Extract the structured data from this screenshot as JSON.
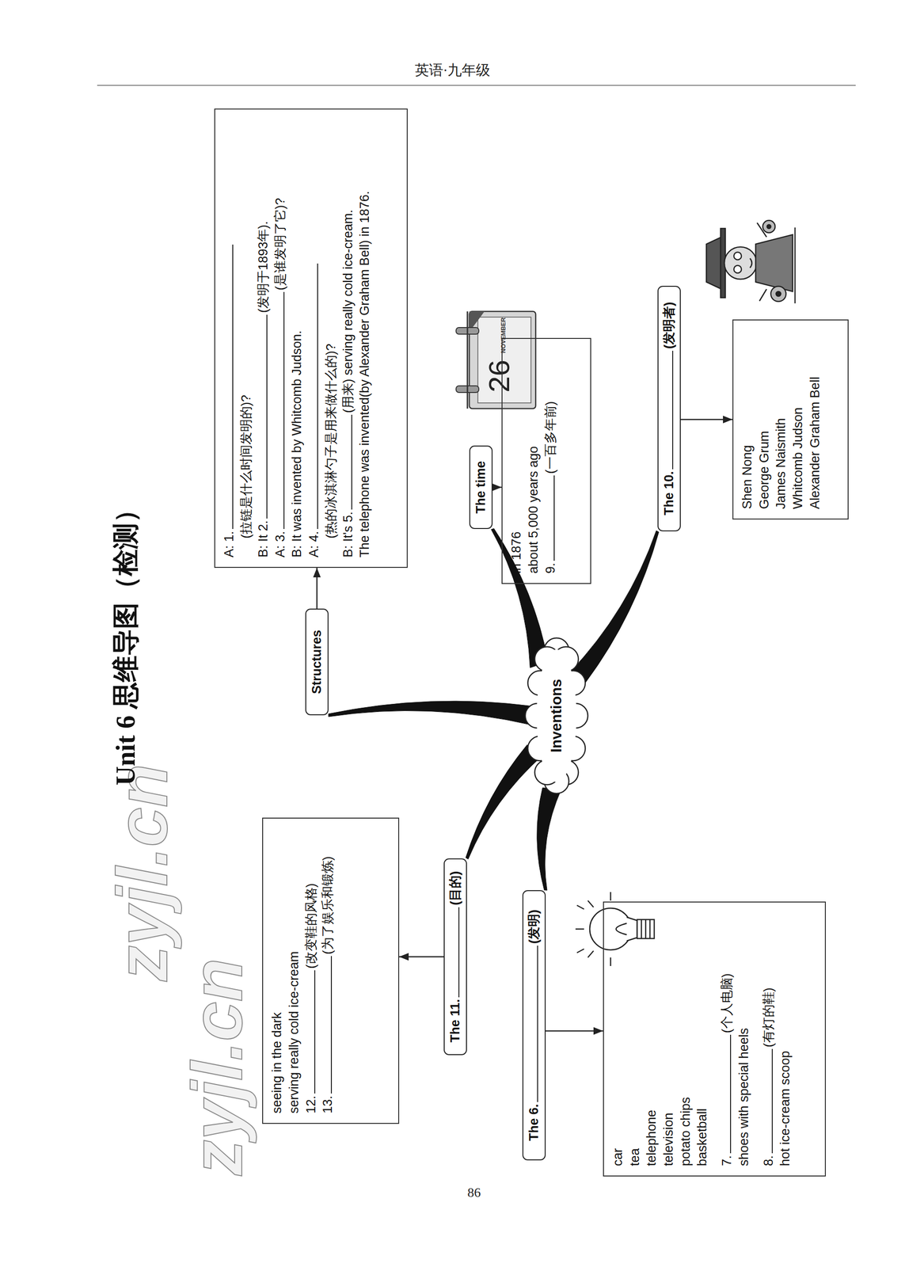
{
  "diagram": {
    "title": "Unit 6 思维导图（检测）",
    "nodes": [
      {
        "text": [
          "Structures"
        ]
      },
      {
        "text": [
          "A: 1.",
          "(拉链是什么时间发明的)?",
          "B: It 2.",
          "(发明于1893年).",
          "A: 3.",
          "(是谁发明了它)?",
          "B: It was invented by Whitcomb Judson.",
          "A: 4.",
          "(热的冰淇淋勺子是用来做什么的)?",
          "B: It's 5.",
          "(用来) serving really cold ice-cream.",
          "The telephone was invented(by Alexander Graham Bell) in 1876."
        ]
      },
      {
        "text": [
          "Inventions"
        ]
      },
      {
        "text": [
          "The time"
        ]
      },
      {
        "text": [
          "in 1876",
          "about 5,000 years ago",
          "9.",
          "(一百多年前)"
        ]
      },
      {
        "text": [
          "The 10.",
          "(发明者)"
        ]
      },
      {
        "text": [
          "Shen Nong",
          "George Grum",
          "James Naismith",
          "Whitcomb Judson",
          "Alexander Graham Bell"
        ]
      },
      {
        "text": [
          "The 11.",
          "(目的)"
        ]
      },
      {
        "text": [
          "seeing in the dark",
          "serving really cold ice-cream",
          "12.",
          "(改变鞋的风格)",
          "13.",
          "(为了娱乐和锻炼)"
        ]
      },
      {
        "text": [
          "The 6.",
          "(发明)"
        ]
      },
      {
        "text": [
          "car",
          "tea",
          "telephone",
          "television",
          "potato chips",
          "basketball",
          "7.",
          "(个人电脑)",
          "shoes with special heels",
          "8.",
          "(有灯的鞋)",
          "hot ice-cream scoop"
        ]
      }
    ],
    "edges": [
      {
        "from": 2,
        "to": 0,
        "arrow": "none"
      },
      {
        "from": 2,
        "to": 3,
        "arrow": "none"
      },
      {
        "from": 2,
        "to": 5,
        "arrow": "none"
      },
      {
        "from": 2,
        "to": 7,
        "arrow": "none"
      },
      {
        "from": 2,
        "to": 9,
        "arrow": "none"
      },
      {
        "from": 0,
        "to": 1,
        "arrow": "to"
      },
      {
        "from": 3,
        "to": 4,
        "arrow": "to"
      },
      {
        "from": 5,
        "to": 6,
        "arrow": "to"
      },
      {
        "from": 7,
        "to": 8,
        "arrow": "to"
      },
      {
        "from": 9,
        "to": 10,
        "arrow": "to"
      }
    ],
    "labels": [
      "英语·九年级",
      "zyjl.cn",
      "zyjl.cn",
      "26",
      "NOVEMBER",
      "86"
    ]
  }
}
